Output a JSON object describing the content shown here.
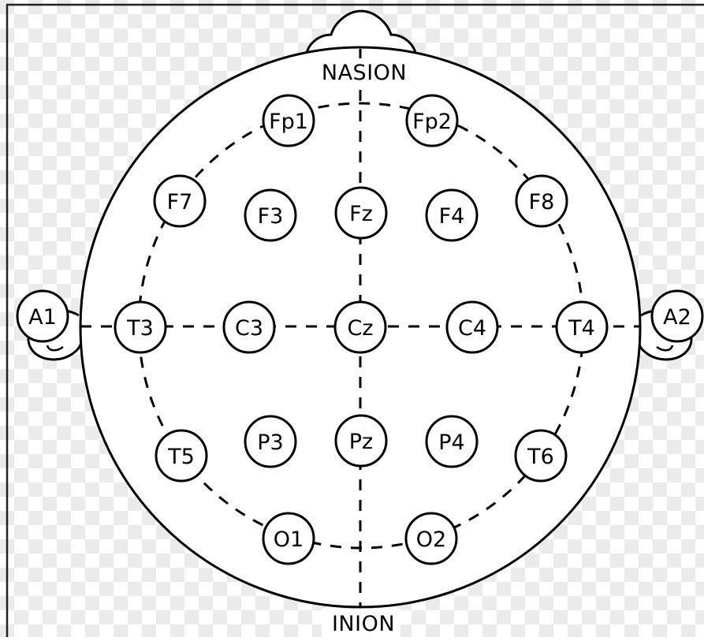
{
  "diagram": {
    "landmarks": {
      "nasion": "NASION",
      "inion": "INION"
    },
    "electrodes": {
      "Fp1": "Fp1",
      "Fp2": "Fp2",
      "F7": "F7",
      "F3": "F3",
      "Fz": "Fz",
      "F4": "F4",
      "F8": "F8",
      "A1": "A1",
      "T3": "T3",
      "C3": "C3",
      "Cz": "Cz",
      "C4": "C4",
      "T4": "T4",
      "A2": "A2",
      "T5": "T5",
      "P3": "P3",
      "Pz": "Pz",
      "P4": "P4",
      "T6": "T6",
      "O1": "O1",
      "O2": "O2"
    }
  },
  "colors": {
    "stroke": "#000000",
    "background_check_light": "#ffffff",
    "background_check_dark": "#ebebeb",
    "frame": "#222222"
  }
}
